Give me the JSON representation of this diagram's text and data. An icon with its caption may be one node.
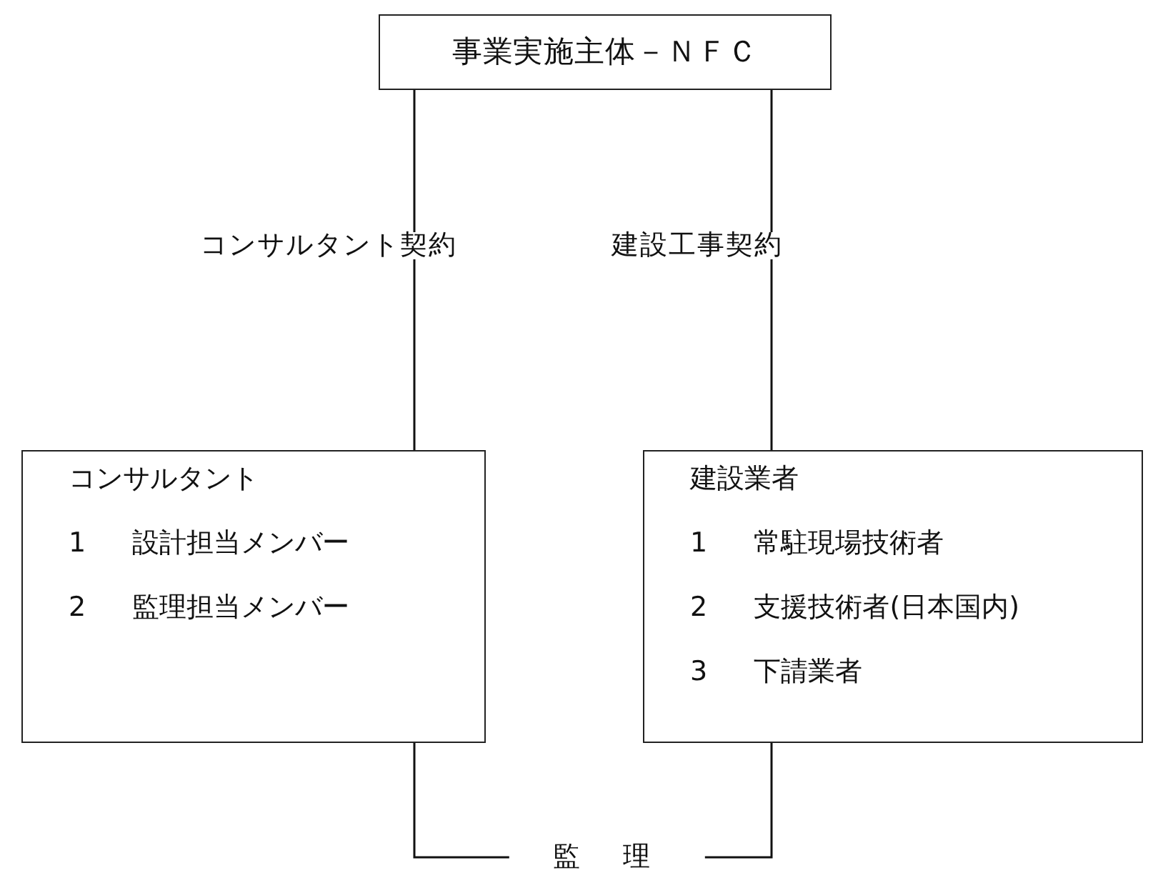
{
  "diagram": {
    "nodes": [
      {
        "text": [
          "事業実施主体－ＮＦＣ"
        ]
      },
      {
        "text": [
          "コンサルタント",
          "1 設計担当メンバー",
          "2 監理担当メンバー"
        ]
      },
      {
        "text": [
          "建設業者",
          "1 常駐現場技術者",
          "2 支援技術者(日本国内)",
          "3 下請業者"
        ]
      }
    ],
    "edges": [
      {
        "from": 0,
        "to": 1,
        "arrow": "none",
        "label": "コンサルタント契約"
      },
      {
        "from": 0,
        "to": 2,
        "arrow": "none",
        "label": "建設工事契約"
      },
      {
        "from": 1,
        "to": 2,
        "arrow": "none",
        "label": "監理"
      }
    ]
  }
}
